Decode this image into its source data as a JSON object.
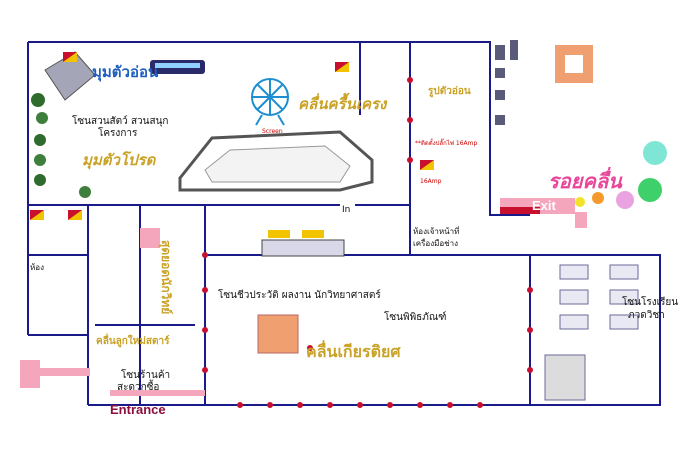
{
  "zones": {
    "zoo": "โซนสวนสัตว์ สวนสนุก",
    "project": "โครงการ",
    "biography": "โซนชีวประวัติ ผลงาน นักวิทยาศาสตร์",
    "museum": "โซนพิพิธภัณฑ์",
    "school": "โซนโรงเรียน",
    "physics": "ภวดวิชา",
    "shop": "โซนร้านค้า",
    "convenience": "สะดวกซื้อ"
  },
  "signs": {
    "exit": "Exit",
    "entrance": "Entrance",
    "in": "In",
    "storage1": "ห้องเจ้าหน้าที่",
    "storage2": "เครื่องมือช่าง",
    "room": "ห้อง",
    "screen": "Screen",
    "power_note": "**ติดตั้งปลั๊กไฟ 16Amp",
    "amp": "16Amp"
  },
  "logos": {
    "mumtuaion": "มุมตัวอ่อน",
    "klunkreunkreng": "คลื่นครื้นเครง",
    "mumtuaprod": "มุมตัวโปรด",
    "roikleun": "รอยคลื่น",
    "kleunkiatiyot": "คลื่นเกียรติยศ",
    "kleunlukmai": "คลื่นลูกใหม่สตาร์",
    "rooptuaon": "รูปตัวอ่อน",
    "sutsapanarn": "สุดยอดนักวิทย์"
  },
  "colors": {
    "wall": "#1a1a8a",
    "accent": "#c8102e",
    "pink": "#f4a6bd",
    "gold": "#c9a227",
    "blue": "#1f5fbf"
  }
}
